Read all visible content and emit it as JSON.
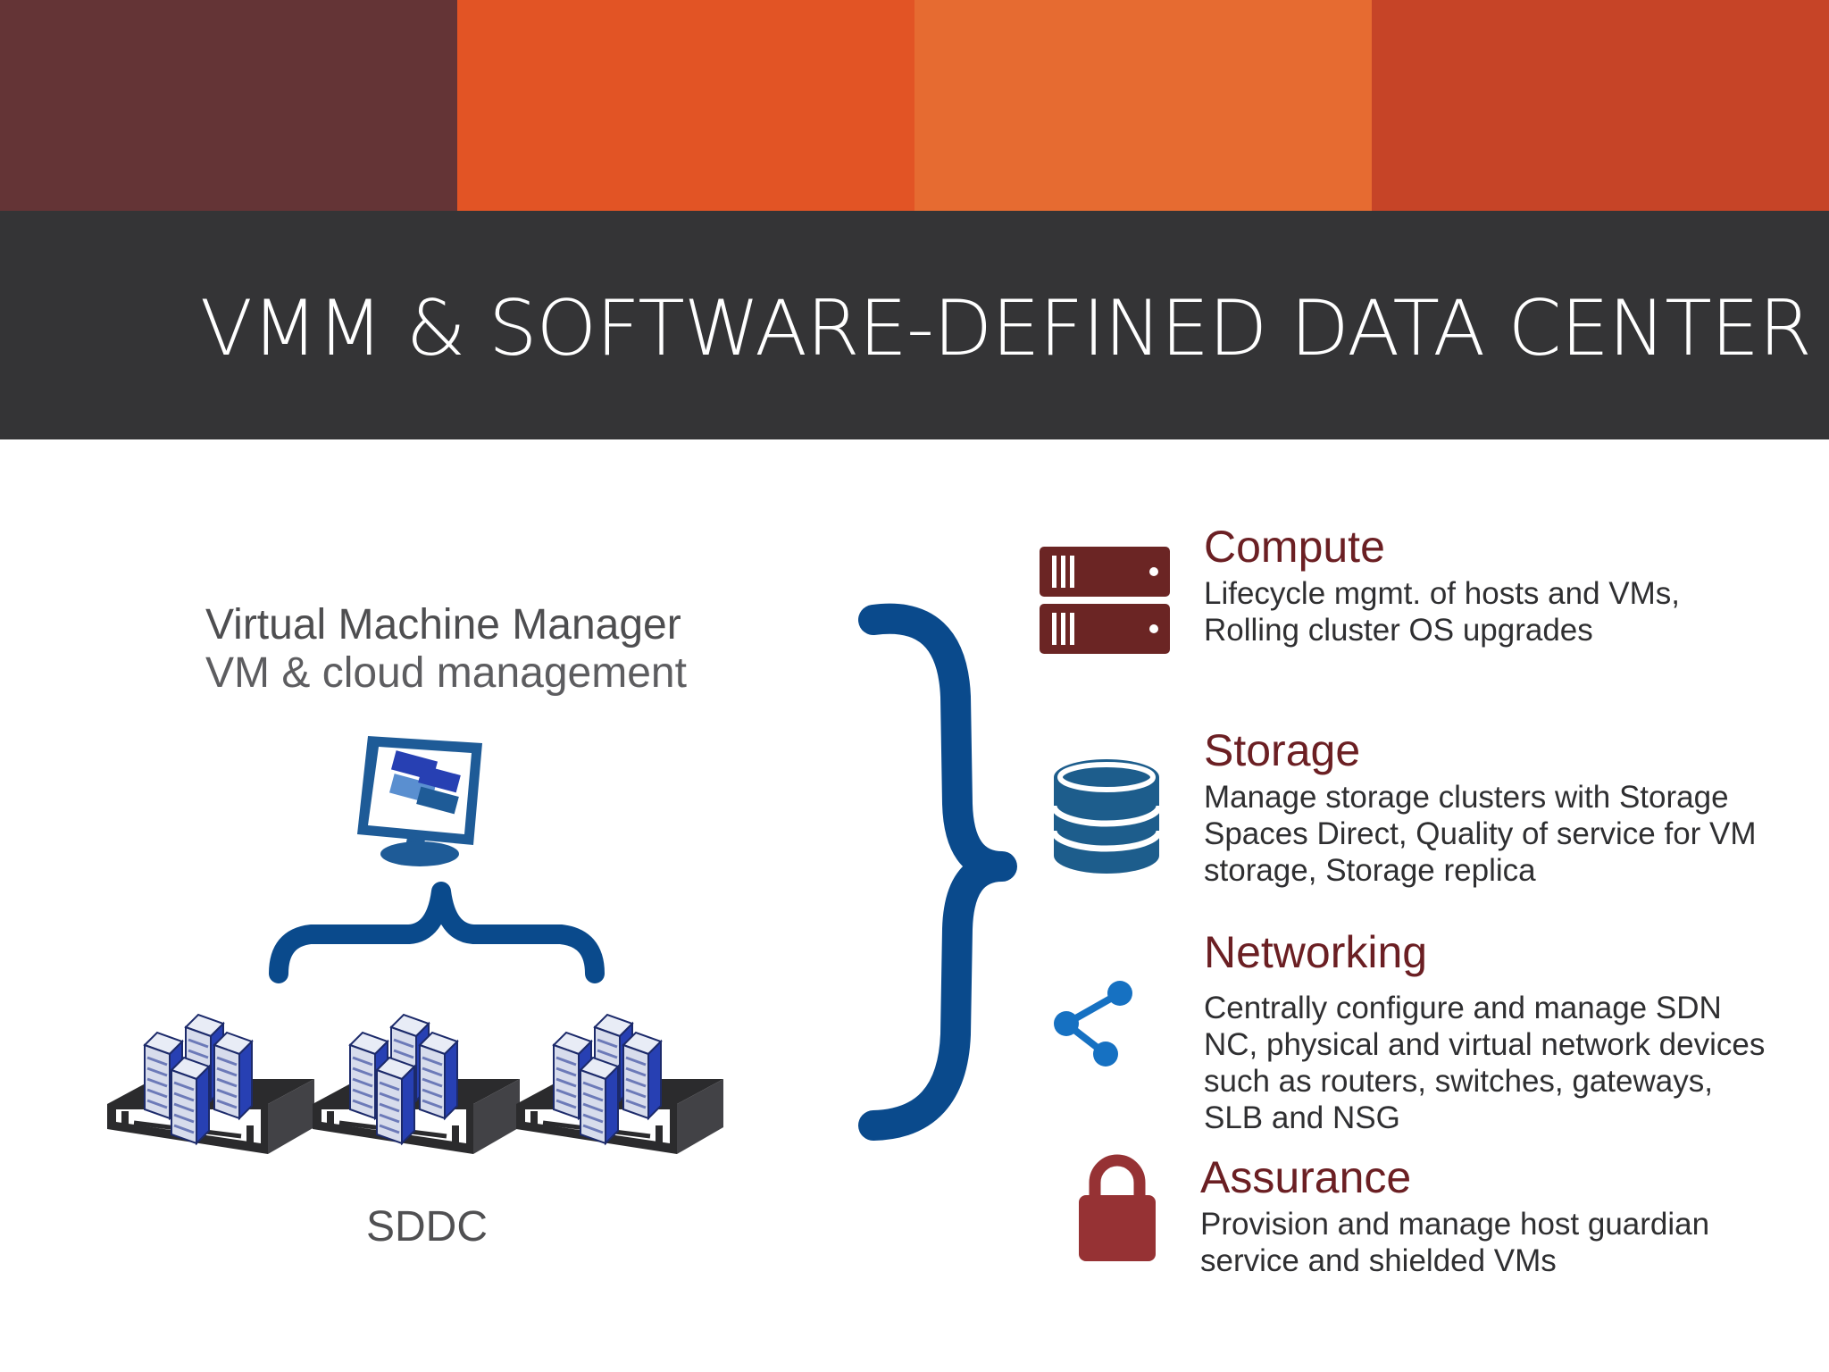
{
  "header": {
    "title": "VMM & SOFTWARE-DEFINED DATA CENTER",
    "band_colors": [
      "#643436",
      "#e25425",
      "#e66b31",
      "#c64427"
    ],
    "bar_color": "#343436"
  },
  "vmm": {
    "title": "Virtual Machine Manager",
    "subtitle": "VM & cloud management"
  },
  "sddc": {
    "label": "SDDC"
  },
  "features": [
    {
      "icon": "server-rack-icon",
      "heading": "Compute",
      "description": "Lifecycle mgmt. of hosts and VMs, Rolling cluster OS upgrades",
      "color": "#6b2524"
    },
    {
      "icon": "database-icon",
      "heading": "Storage",
      "description": "Manage storage clusters with Storage Spaces Direct, Quality of service for VM storage, Storage replica",
      "color": "#1d5d8c"
    },
    {
      "icon": "share-network-icon",
      "heading": "Networking",
      "description": "Centrally configure and manage SDN NC,  physical and virtual network devices such as routers, switches, gateways, SLB and NSG",
      "color": "#1671c2"
    },
    {
      "icon": "padlock-icon",
      "heading": "Assurance",
      "description": "Provision and manage host guardian service and shielded VMs",
      "color": "#963234"
    }
  ],
  "accent_colors": {
    "brace": "#0a4a8c",
    "server_blue": "#2740b3",
    "chassis": "#2b2b2d"
  }
}
